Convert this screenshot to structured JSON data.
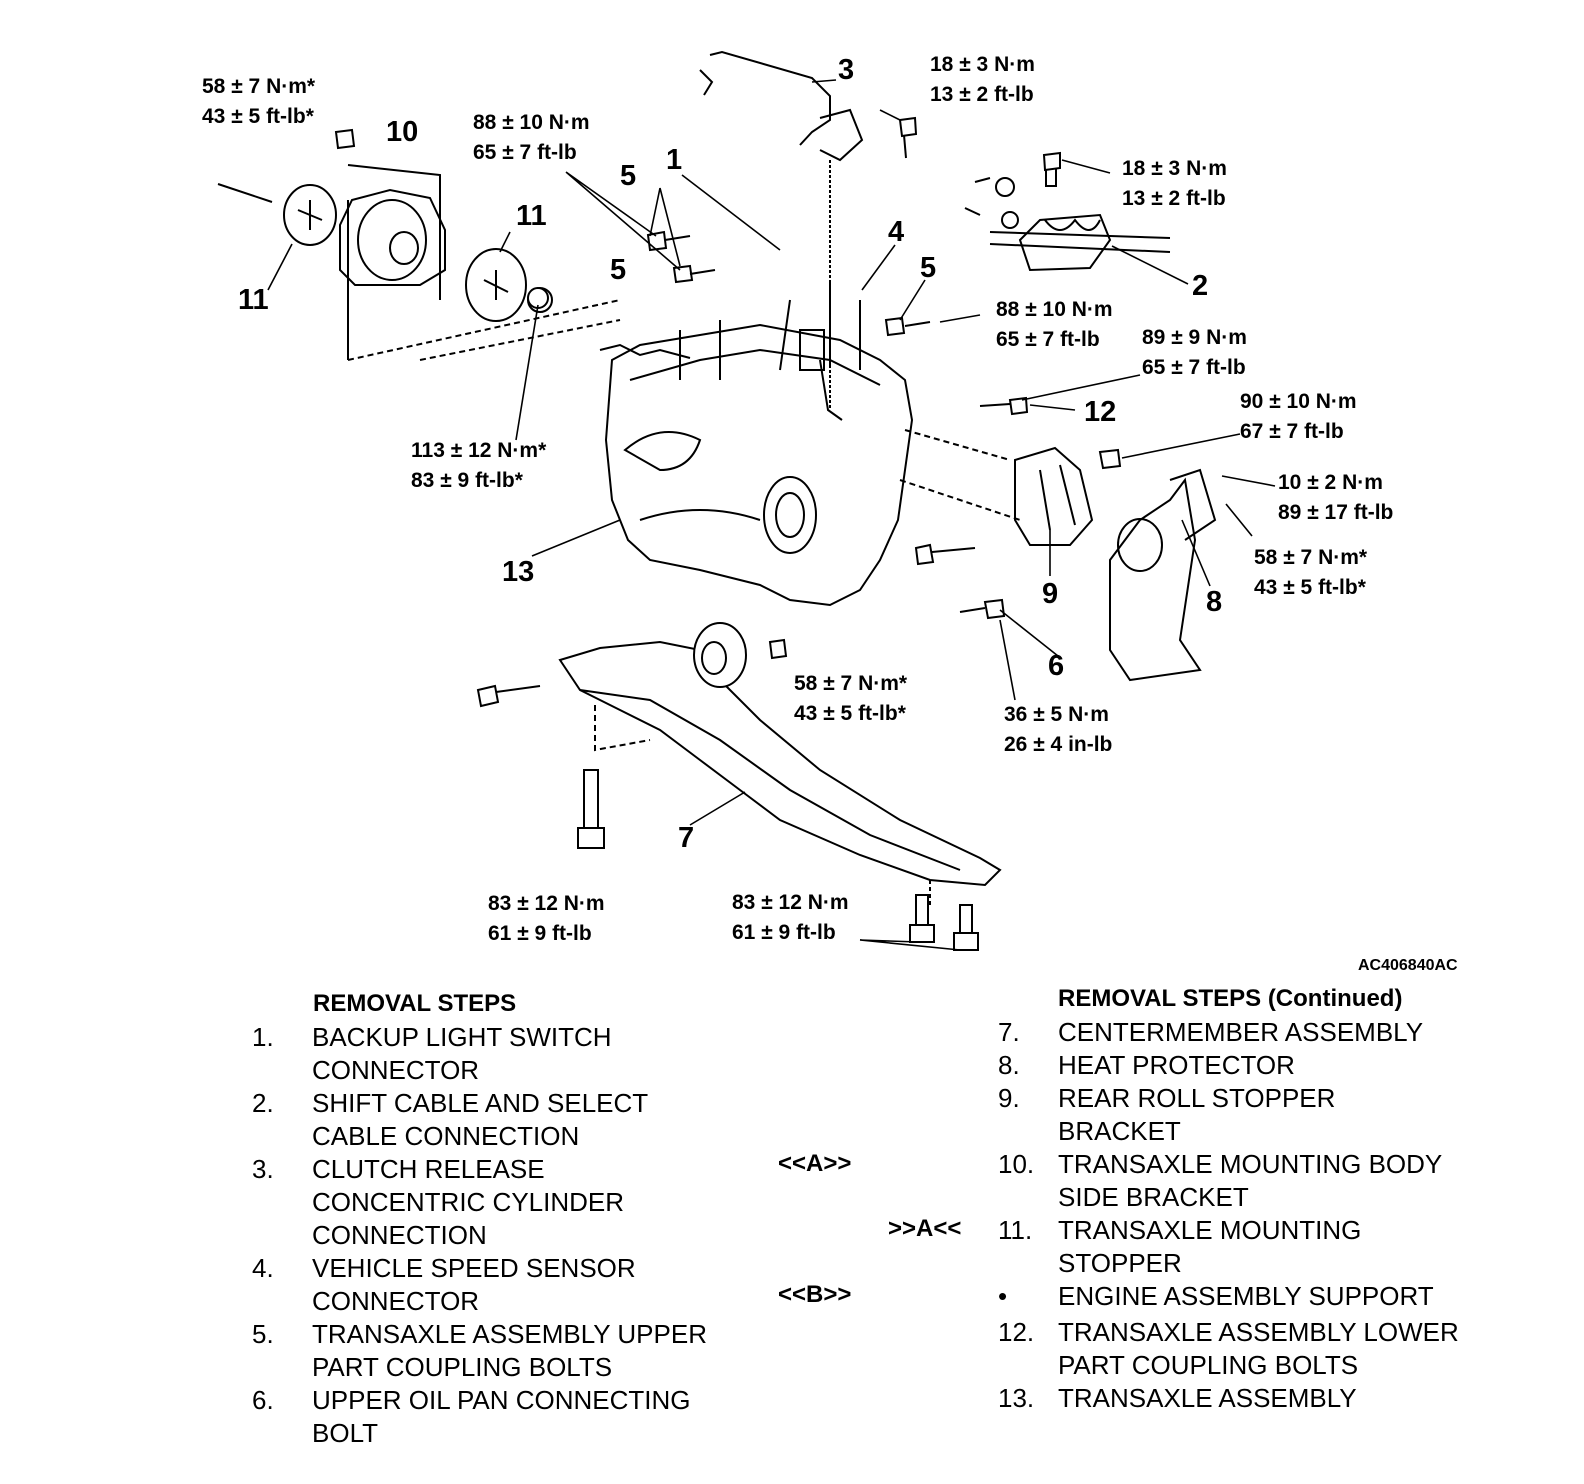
{
  "figure_code": "AC406840AC",
  "callouts": {
    "c1": "1",
    "c2": "2",
    "c3": "3",
    "c4": "4",
    "c5a": "5",
    "c5b": "5",
    "c5c": "5",
    "c6": "6",
    "c7": "7",
    "c8": "8",
    "c9": "9",
    "c10": "10",
    "c11a": "11",
    "c11b": "11",
    "c12": "12",
    "c13": "13"
  },
  "torques": {
    "t_mount_nut": [
      "58 ± 7 N·m*",
      "43 ± 5 ft-lb*"
    ],
    "t_bolt5": [
      "88 ± 10 N·m",
      "65 ± 7 ft-lb"
    ],
    "t_clutch": [
      "18 ± 3 N·m",
      "13 ± 2 ft-lb"
    ],
    "t_shift": [
      "18 ± 3 N·m",
      "13 ± 2 ft-lb"
    ],
    "t_bolt5_right": [
      "88 ± 10 N·m",
      "65 ± 7 ft-lb"
    ],
    "t_bolt12": [
      "89 ± 9 N·m",
      "65 ± 7 ft-lb"
    ],
    "t_bracket9": [
      "90 ± 10 N·m",
      "67 ± 7 ft-lb"
    ],
    "t_protector": [
      "10 ± 2 N·m",
      "89 ± 17 ft-lb"
    ],
    "t_roll_nut": [
      "58 ± 7 N·m*",
      "43 ± 5 ft-lb*"
    ],
    "t_mount_stud": [
      "113 ± 12 N·m*",
      "83 ± 9 ft-lb*"
    ],
    "t_center_nut": [
      "58 ± 7 N·m*",
      "43 ± 5 ft-lb*"
    ],
    "t_oilpan": [
      "36 ± 5 N·m",
      "26 ± 4 in-lb"
    ],
    "t_center_left": [
      "83 ± 12 N·m",
      "61 ± 9 ft-lb"
    ],
    "t_center_right": [
      "83 ± 12 N·m",
      "61 ± 9 ft-lb"
    ]
  },
  "removal": {
    "title": "REMOVAL STEPS",
    "steps": [
      {
        "num": "1.",
        "lines": [
          "BACKUP LIGHT SWITCH",
          "CONNECTOR"
        ]
      },
      {
        "num": "2.",
        "lines": [
          "SHIFT CABLE AND SELECT",
          "CABLE CONNECTION"
        ]
      },
      {
        "num": "3.",
        "lines": [
          "CLUTCH RELEASE",
          "CONCENTRIC CYLINDER",
          "CONNECTION"
        ]
      },
      {
        "num": "4.",
        "lines": [
          "VEHICLE SPEED SENSOR",
          "CONNECTOR"
        ]
      },
      {
        "num": "5.",
        "lines": [
          "TRANSAXLE ASSEMBLY UPPER",
          "PART COUPLING BOLTS"
        ]
      },
      {
        "num": "6.",
        "lines": [
          "UPPER OIL PAN CONNECTING",
          "BOLT"
        ]
      }
    ]
  },
  "removal_continued": {
    "title": "REMOVAL STEPS (Continued)",
    "steps": [
      {
        "num": "7.",
        "lines": [
          "CENTERMEMBER ASSEMBLY"
        ]
      },
      {
        "num": "8.",
        "lines": [
          "HEAT PROTECTOR"
        ]
      },
      {
        "num": "9.",
        "lines": [
          "REAR ROLL STOPPER",
          "BRACKET"
        ]
      },
      {
        "num": "10.",
        "lines": [
          "TRANSAXLE MOUNTING BODY",
          "SIDE BRACKET"
        ]
      },
      {
        "num": "11.",
        "lines": [
          "TRANSAXLE MOUNTING",
          "STOPPER"
        ]
      },
      {
        "num": "•",
        "lines": [
          "ENGINE ASSEMBLY SUPPORT"
        ]
      },
      {
        "num": "12.",
        "lines": [
          "TRANSAXLE ASSEMBLY LOWER",
          "PART COUPLING BOLTS"
        ]
      },
      {
        "num": "13.",
        "lines": [
          "TRANSAXLE ASSEMBLY"
        ]
      }
    ]
  },
  "service_marks": {
    "removal_A": "<<A>>",
    "install_A": ">>A<<",
    "removal_B": "<<B>>"
  }
}
